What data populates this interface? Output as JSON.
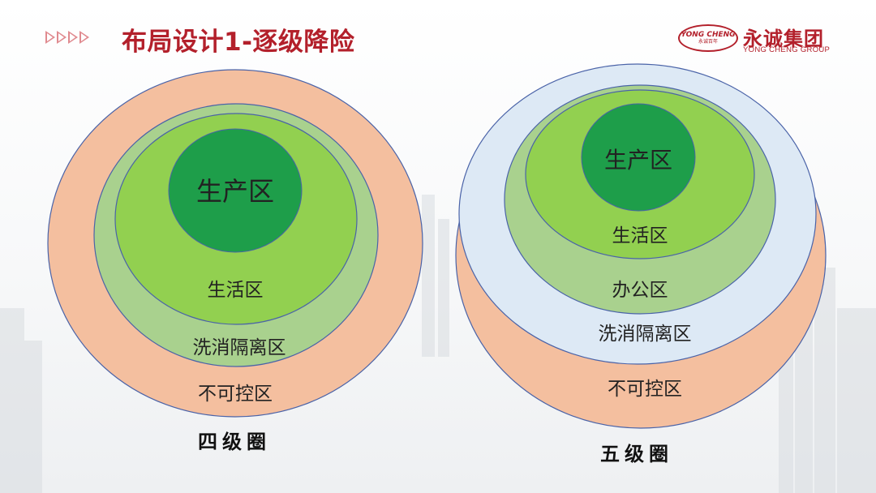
{
  "header": {
    "title": "布局设计1-逐级降险",
    "logo": {
      "badge_line1": "YONG CHENG",
      "badge_line2": "永诚百年",
      "name_cn": "永诚集团",
      "name_en": "YONG CHENG GROUP"
    }
  },
  "colors": {
    "title": "#b3202b",
    "uncontrolled_zone": "#f4bf9f",
    "office_zone": "#dde9f5",
    "disinfection_zone": "#a9d18e",
    "living_zone": "#92d050",
    "production_zone": "#1e9e4a"
  },
  "diagrams": [
    {
      "caption": "四级圈",
      "zones": [
        {
          "label": "不可控区"
        },
        {
          "label": "洗消隔离区"
        },
        {
          "label": "生活区"
        },
        {
          "label": "生产区"
        }
      ]
    },
    {
      "caption": "五级圈",
      "zones": [
        {
          "label": "不可控区"
        },
        {
          "label": "洗消隔离区"
        },
        {
          "label": "办公区"
        },
        {
          "label": "生活区"
        },
        {
          "label": "生产区"
        }
      ]
    }
  ]
}
